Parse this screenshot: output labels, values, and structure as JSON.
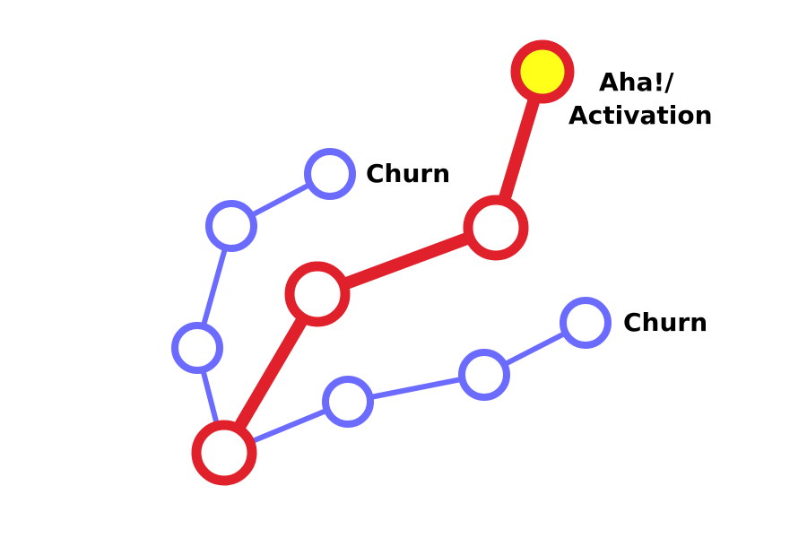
{
  "colors": {
    "background": "#ffffff",
    "main_path": "#e0202a",
    "churn_path": "#6b6bff",
    "goal_fill": "#ffff1a",
    "label": "#000000"
  },
  "labels": {
    "activation_line1": "Aha!/",
    "activation_line2": "Activation",
    "churn_upper": "Churn",
    "churn_lower": "Churn"
  }
}
